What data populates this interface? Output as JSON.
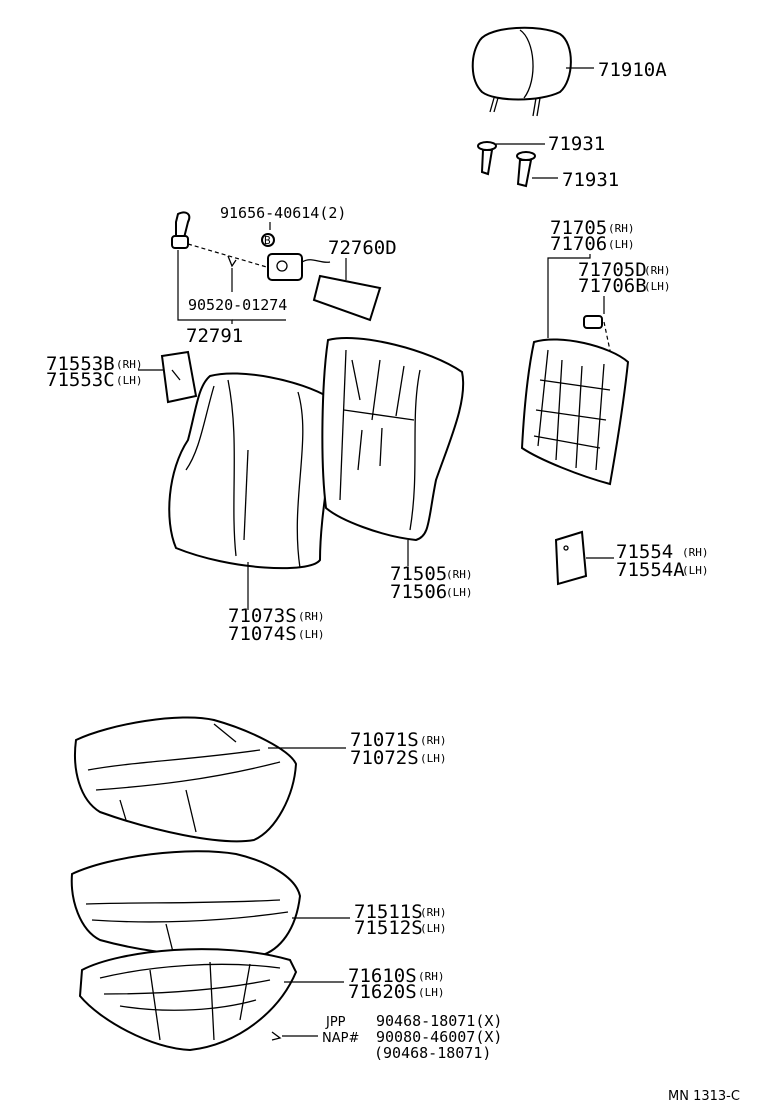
{
  "labels": {
    "headrest": "71910A",
    "guide_upper": "71931",
    "guide_lower": "71931",
    "screw": "91656-40614(2)",
    "switch": "72760D",
    "bolt": "90520-01274",
    "knob": "72791",
    "cover_l_rh": "71553B",
    "cover_l_rh_side": "(RH)",
    "cover_l_lh": "71553C",
    "cover_l_lh_side": "(LH)",
    "frame_rh": "71705",
    "frame_rh_side": "(RH)",
    "frame_lh": "71706",
    "frame_lh_side": "(LH)",
    "frame_sub_rh": "71705D",
    "frame_sub_rh_side": "(RH)",
    "frame_sub_lh": "71706B",
    "frame_sub_lh_side": "(LH)",
    "pad_rh": "71505",
    "pad_rh_side": "(RH)",
    "pad_lh": "71506",
    "pad_lh_side": "(LH)",
    "back_cover_rh": "71073S",
    "back_cover_rh_side": "(RH)",
    "back_cover_lh": "71074S",
    "back_cover_lh_side": "(LH)",
    "cover_r_rh": "71554",
    "cover_r_rh_side": "(RH)",
    "cover_r_lh": "71554A",
    "cover_r_lh_side": "(LH)",
    "cushion_cover_rh": "71071S",
    "cushion_cover_rh_side": "(RH)",
    "cushion_cover_lh": "71072S",
    "cushion_cover_lh_side": "(LH)",
    "cushion_pad_rh": "71511S",
    "cushion_pad_rh_side": "(RH)",
    "cushion_pad_lh": "71512S",
    "cushion_pad_lh_side": "(LH)",
    "spring_rh": "71610S",
    "spring_rh_side": "(RH)",
    "spring_lh": "71620S",
    "spring_lh_side": "(LH)",
    "jpp_tag": "JPP",
    "jpp_part": "90468-18071(X)",
    "nap_tag": "NAP#",
    "nap_part": "90080-46007(X)",
    "alt_part": "(90468-18071)",
    "screw_mark": "B"
  },
  "footer": {
    "code": "MN  1313-C"
  }
}
